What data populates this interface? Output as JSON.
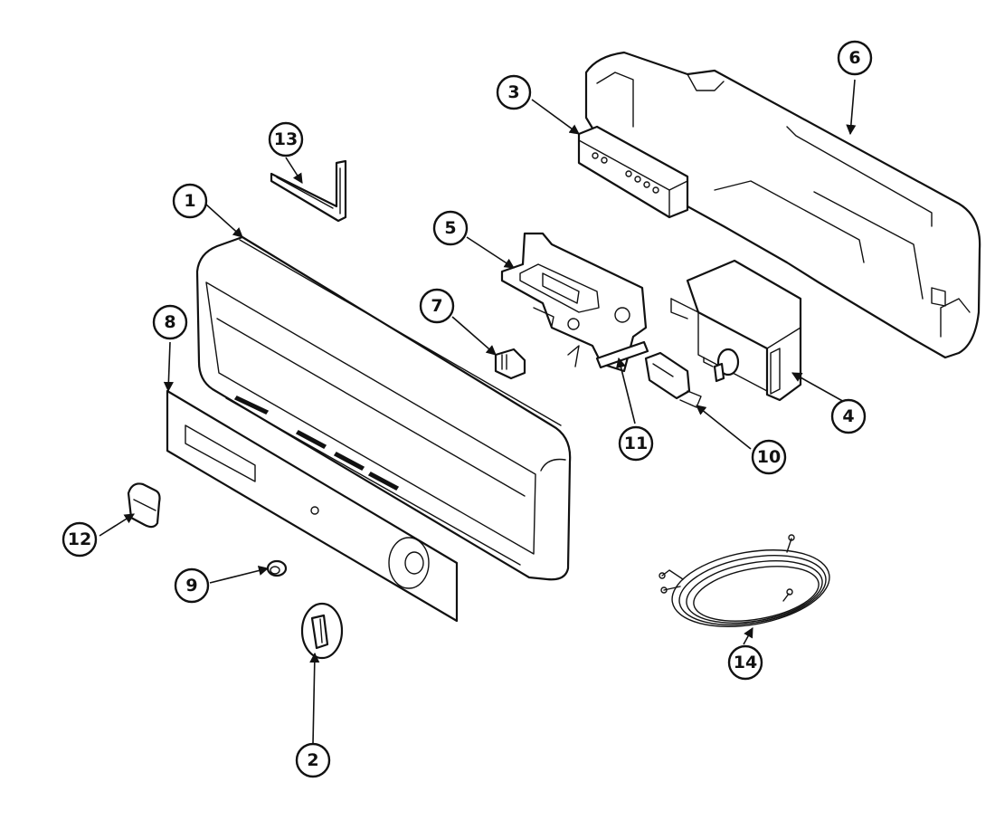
{
  "diagram": {
    "type": "exploded-parts-diagram",
    "callouts": [
      {
        "id": "1",
        "label": "1"
      },
      {
        "id": "2",
        "label": "2"
      },
      {
        "id": "3",
        "label": "3"
      },
      {
        "id": "4",
        "label": "4"
      },
      {
        "id": "5",
        "label": "5"
      },
      {
        "id": "6",
        "label": "6"
      },
      {
        "id": "7",
        "label": "7"
      },
      {
        "id": "8",
        "label": "8"
      },
      {
        "id": "9",
        "label": "9"
      },
      {
        "id": "10",
        "label": "10"
      },
      {
        "id": "11",
        "label": "11"
      },
      {
        "id": "12",
        "label": "12"
      },
      {
        "id": "13",
        "label": "13"
      },
      {
        "id": "14",
        "label": "14"
      }
    ]
  }
}
